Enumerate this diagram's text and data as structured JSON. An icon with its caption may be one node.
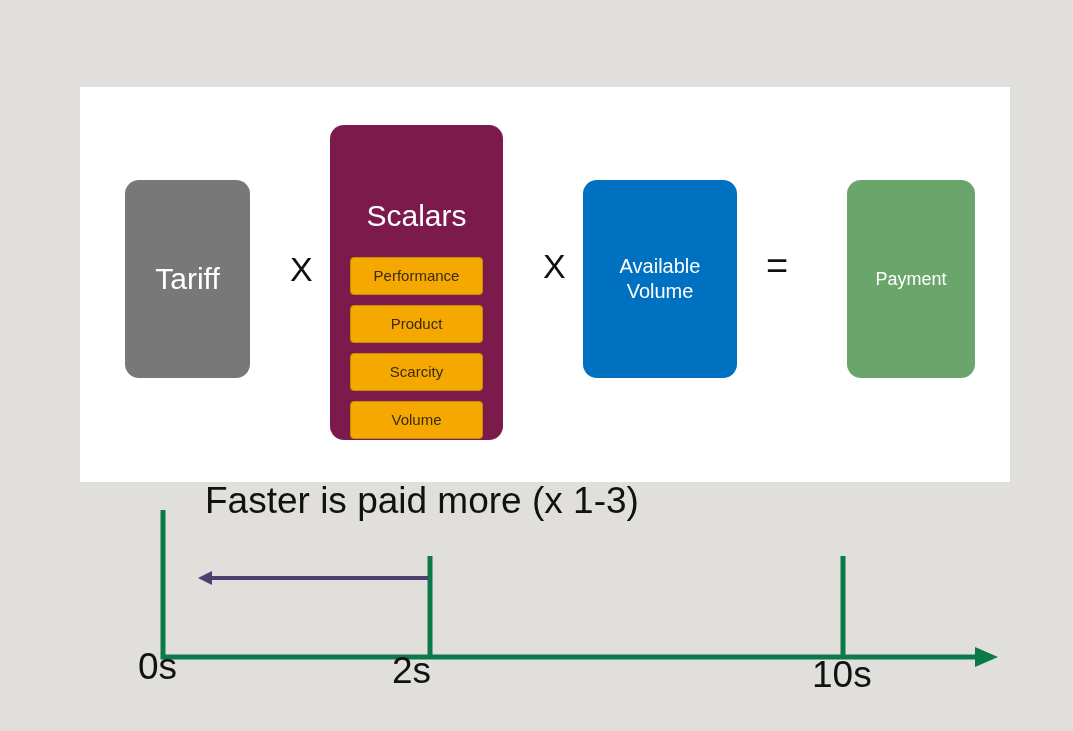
{
  "diagram": {
    "nodes": [
      {
        "text": [
          "Tariff"
        ]
      },
      {
        "text": [
          "Scalars"
        ]
      },
      {
        "text": [
          "Performance"
        ],
        "in": 1
      },
      {
        "text": [
          "Product"
        ],
        "in": 1
      },
      {
        "text": [
          "Scarcity"
        ],
        "in": 1
      },
      {
        "text": [
          "Volume"
        ],
        "in": 1
      },
      {
        "text": [
          "Available Volume"
        ]
      },
      {
        "text": [
          "Payment"
        ]
      }
    ],
    "edges": [],
    "labels": [
      "X",
      "X",
      "=",
      "Faster is paid more (x 1-3)",
      "0s",
      "2s",
      "10s"
    ]
  }
}
